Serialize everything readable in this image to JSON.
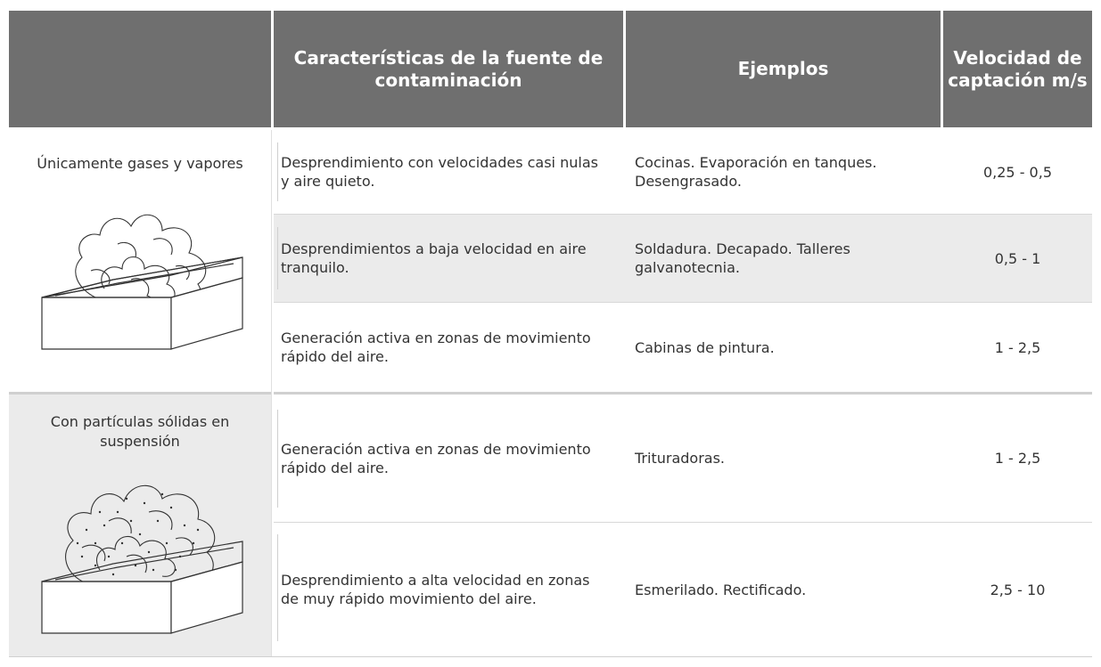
{
  "header": {
    "col1": "",
    "col2": "Características de la fuente de  contaminación",
    "col3": "Ejemplos",
    "col4": "Velocidad de captación m/s"
  },
  "groups": [
    {
      "label": "Únicamente gases y vapores",
      "icon": "tank-gas-vapor-icon",
      "rows": [
        {
          "desc": "Desprendimiento con velocidades casi nulas y aire quieto.",
          "example": "Cocinas. Evaporación en tanques. Desengrasado.",
          "velocity": "0,25 - 0,5"
        },
        {
          "desc": "Desprendimientos a baja velocidad en aire tranquilo.",
          "example": "Soldadura. Decapado. Talleres galvanotecnia.",
          "velocity": "0,5 - 1"
        },
        {
          "desc": "Generación activa en zonas de movimiento rápido del aire.",
          "example": "Cabinas de pintura.",
          "velocity": "1 - 2,5"
        }
      ]
    },
    {
      "label": "Con partículas sólidas en suspensión",
      "icon": "tank-particles-icon",
      "rows": [
        {
          "desc": "Generación activa en zonas de movimiento rápido del aire.",
          "example": "Trituradoras.",
          "velocity": "1 - 2,5"
        },
        {
          "desc": "Desprendimiento a alta velocidad en zonas de muy rápido movimiento del aire.",
          "example": "Esmerilado. Rectificado.",
          "velocity": "2,5 - 10"
        }
      ]
    }
  ],
  "colors": {
    "header_bg": "#6f6f6f",
    "header_text": "#ffffff",
    "row_alt_bg": "#ebebeb",
    "text": "#333333"
  }
}
